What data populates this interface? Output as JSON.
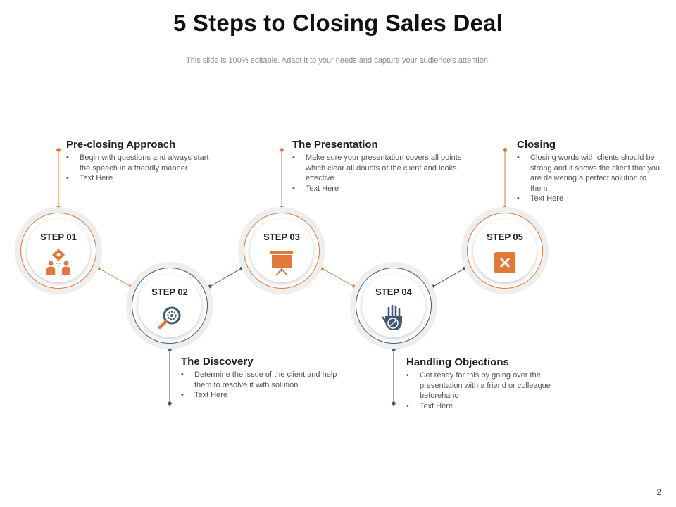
{
  "slide": {
    "title": "5 Steps to Closing Sales Deal",
    "subtitle": "This slide is 100% editable. Adapt it to your needs and capture your audience's attention.",
    "page_number": "2"
  },
  "colors": {
    "orange": "#e07a3c",
    "navy": "#3d5a78",
    "ring_bg": "#eeeeee"
  },
  "steps": [
    {
      "label": "STEP 01",
      "icon": "team-gear-icon",
      "color": "orange",
      "heading": "Pre-closing Approach",
      "bullets": [
        "Begin with questions and always start the speech in a friendly manner",
        "Text Here"
      ]
    },
    {
      "label": "STEP 02",
      "icon": "magnifier-gear-icon",
      "color": "navy",
      "heading": "The Discovery",
      "bullets": [
        "Determine the issue of the client and help them to resolve it with solution",
        "Text Here"
      ]
    },
    {
      "label": "STEP 03",
      "icon": "presentation-board-icon",
      "color": "orange",
      "heading": "The Presentation",
      "bullets": [
        "Make sure your presentation covers all points which clear all doubts of the client and looks effective",
        "Text Here"
      ]
    },
    {
      "label": "STEP 04",
      "icon": "stop-hand-icon",
      "color": "navy",
      "heading": "Handling Objections",
      "bullets": [
        "Get ready for this by going over the presentation with a friend or colleague beforehand",
        "Text Here"
      ]
    },
    {
      "label": "STEP 05",
      "icon": "close-box-icon",
      "color": "orange",
      "heading": "Closing",
      "bullets": [
        "Closing words with clients should be strong and it shows the client that you are delivering a perfect solution to them",
        "Text Here"
      ]
    }
  ]
}
